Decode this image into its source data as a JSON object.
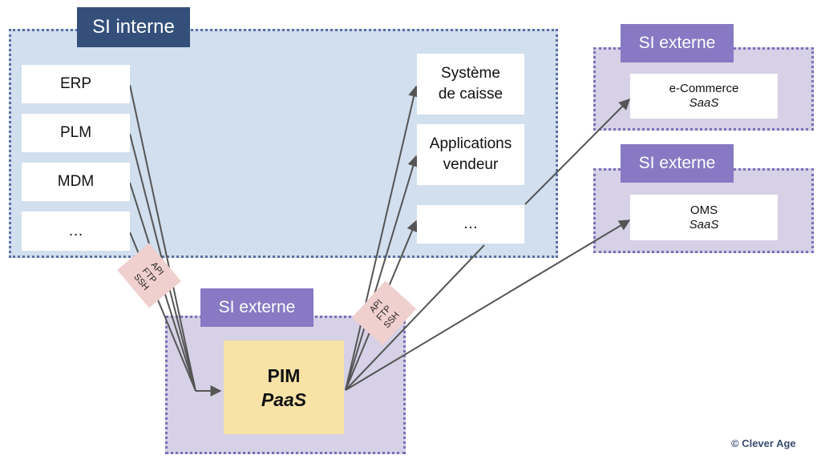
{
  "zones": {
    "interne": "SI interne",
    "pim_zone": "SI externe",
    "ecom_zone": "SI externe",
    "oms_zone": "SI externe"
  },
  "sources": [
    "ERP",
    "PLM",
    "MDM",
    "…"
  ],
  "targets_internal": {
    "caisse": [
      "Système",
      "de caisse"
    ],
    "apps": [
      "Applications",
      "vendeur"
    ],
    "etc": "…"
  },
  "pim": {
    "name": "PIM",
    "model": "PaaS"
  },
  "ecommerce": {
    "name": "e-Commerce",
    "model": "SaaS"
  },
  "oms": {
    "name": "OMS",
    "model": "SaaS"
  },
  "protocols": [
    "API",
    "FTP",
    "SSH"
  ],
  "credit": "© Clever Age",
  "colors": {
    "interne_bg": "#d1dfee",
    "externe_bg": "#d6d1e6",
    "interne_tag": "#34507a",
    "externe_tag": "#8779c3",
    "pim_fill": "#f8e3a7",
    "protocol_fill": "#f0cfcf",
    "arrow": "#555555"
  }
}
